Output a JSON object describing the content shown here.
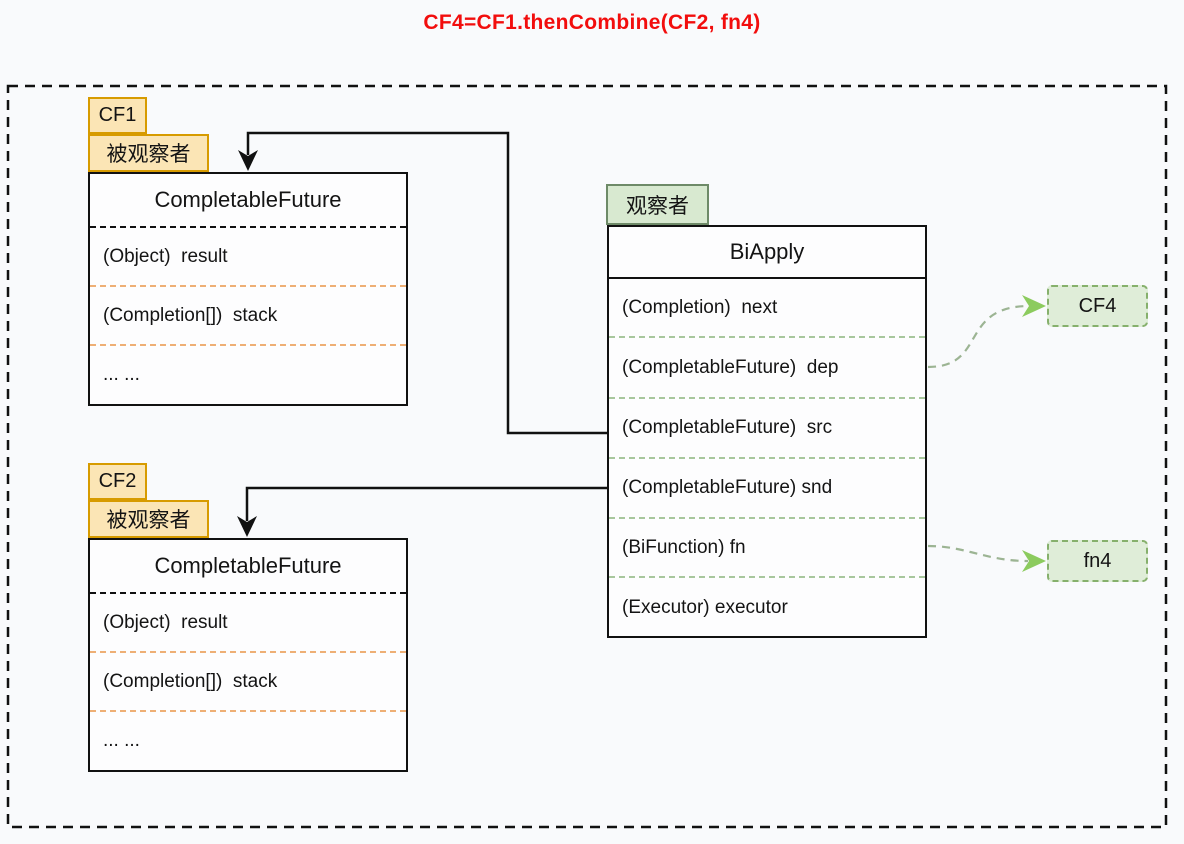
{
  "diagram_title": "CF4=CF1.thenCombine(CF2, fn4)",
  "colors": {
    "title_red": "#f20d0d",
    "orange_tab_fill": "#fbe5b5",
    "orange_tab_border": "#d79b00",
    "orange_separator": "#eeaf75",
    "green_tab_fill": "#d8e9d0",
    "green_tab_border": "#6e8a68",
    "green_separator": "#a8c79d",
    "node_fill": "#dfedd8",
    "node_border": "#86b06c",
    "dashed_arrow": "#9cb493",
    "arrowhead_green": "#8ccb5e",
    "black_line": "#111111"
  },
  "cf1": {
    "tag": "CF1",
    "role": "被观察者",
    "class_name": "CompletableFuture",
    "fields": [
      "(Object)  result",
      "(Completion[])  stack",
      "... ..."
    ]
  },
  "cf2": {
    "tag": "CF2",
    "role": "被观察者",
    "class_name": "CompletableFuture",
    "fields": [
      "(Object)  result",
      "(Completion[])  stack",
      "... ..."
    ]
  },
  "biapply": {
    "role": "观察者",
    "class_name": "BiApply",
    "fields": [
      "(Completion)  next",
      "(CompletableFuture)  dep",
      "(CompletableFuture)  src",
      "(CompletableFuture) snd",
      "(BiFunction) fn",
      "(Executor) executor"
    ]
  },
  "nodes": {
    "cf4": "CF4",
    "fn4": "fn4"
  }
}
